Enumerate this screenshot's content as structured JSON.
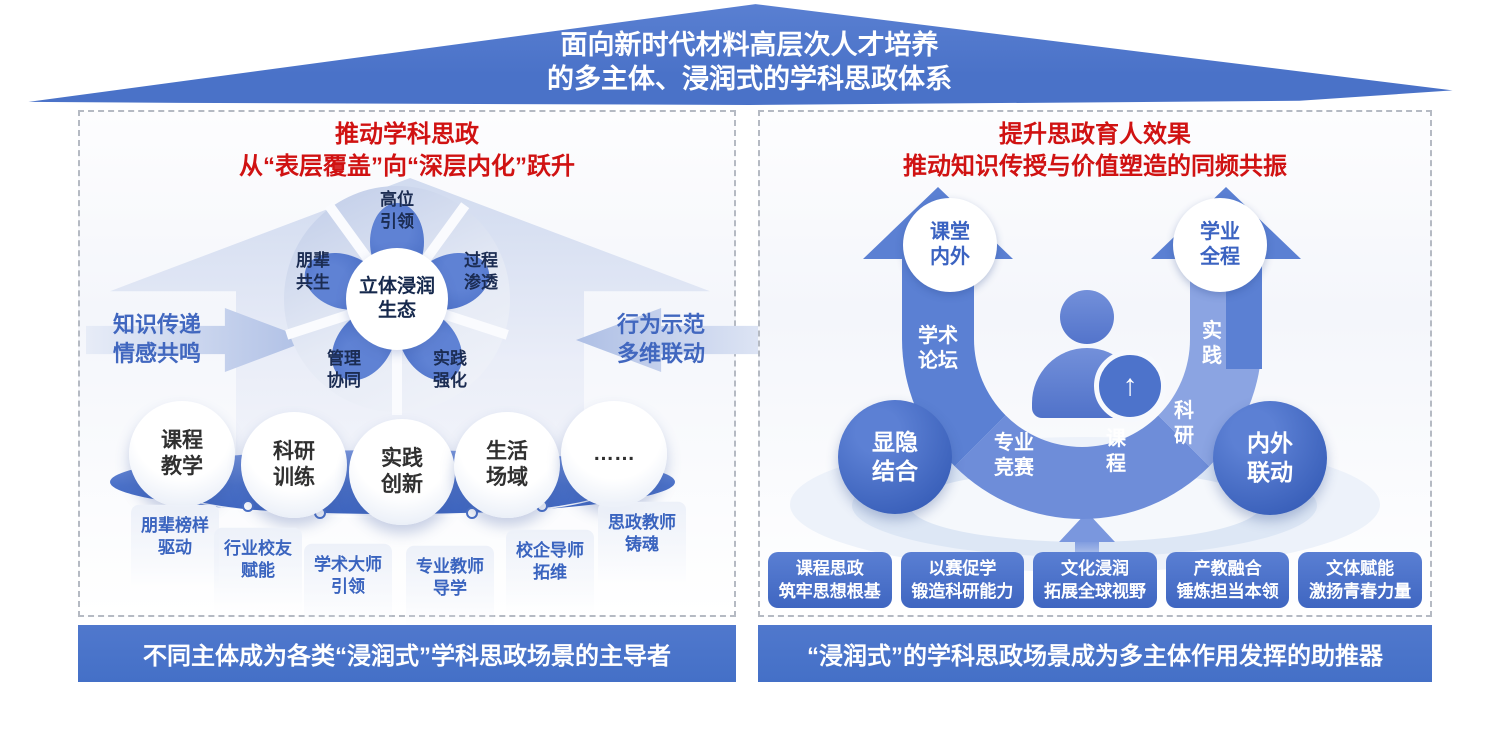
{
  "banner": {
    "line1": "面向新时代材料高层次人才培养",
    "line2": "的多主体、浸润式的学科思政体系"
  },
  "left": {
    "title_line1": "推动学科思政",
    "title_line2": "从“表层覆盖”向“深层内化”跃升",
    "left_arrow_label": "知识传递\n情感共鸣",
    "right_arrow_label": "行为示范\n多维联动",
    "flower": {
      "center": "立体浸润\n生态",
      "petal_labels": [
        "高位\n引领",
        "过程\n渗透",
        "实践\n强化",
        "管理\n协同",
        "朋辈\n共生"
      ]
    },
    "scene_circles": [
      "课程\n教学",
      "科研\n训练",
      "实践\n创新",
      "生活\n场域",
      "……"
    ],
    "actor_labels": [
      "朋辈榜样\n驱动",
      "行业校友\n赋能",
      "学术大师\n引领",
      "专业教师\n导学",
      "校企导师\n拓维",
      "思政教师\n铸魂"
    ],
    "bottom_bar": "不同主体成为各类“浸润式”学科思政场景的主导者"
  },
  "right": {
    "title_line1": "提升思政育人效果",
    "title_line2": "推动知识传授与价值塑造的同频共振",
    "arrow_circle_left": "课堂\n内外",
    "arrow_circle_right": "学业\n全程",
    "u_labels": {
      "left_stem": "学术\n论坛",
      "right_stem": "实\n践",
      "right_inner": "科\n研",
      "bowl_left": "专业\n竞赛",
      "bowl_right": "课\n程"
    },
    "side_circle_left": "显隐\n结合",
    "side_circle_right": "内外\n联动",
    "upload_arrow_glyph": "↑",
    "bottom_boxes": [
      "课程思政\n筑牢思想根基",
      "以赛促学\n锻造科研能力",
      "文化浸润\n拓展全球视野",
      "产教融合\n锤炼担当本领",
      "文体赋能\n激扬青春力量"
    ],
    "bottom_bar": "“浸润式”的学科思政场景成为多主体作用发挥的助推器"
  },
  "colors": {
    "banner_blue": "#4a72c8",
    "arrow_blue": "#5b80d3",
    "light_arrow_blue": "#8ba4e2",
    "pale_blue": "#c7d3ec",
    "title_red": "#d01212",
    "navy_text": "#16294d",
    "label_blue": "#3a64bf"
  }
}
